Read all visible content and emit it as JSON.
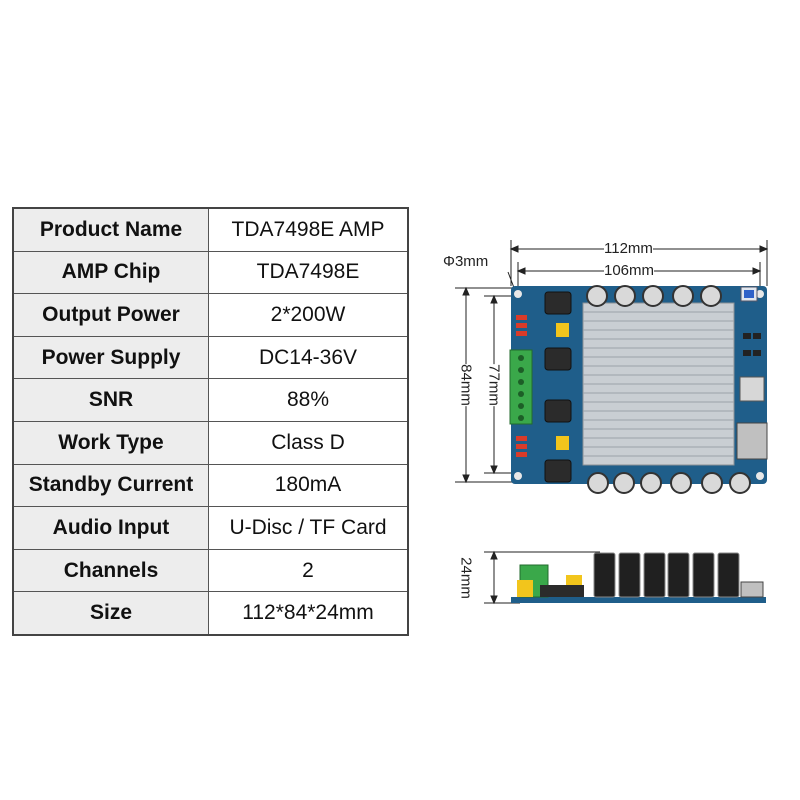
{
  "specs": [
    {
      "label": "Product Name",
      "value": "TDA7498E AMP"
    },
    {
      "label": "AMP Chip",
      "value": "TDA7498E"
    },
    {
      "label": "Output Power",
      "value": "2*200W"
    },
    {
      "label": "Power Supply",
      "value": "DC14-36V"
    },
    {
      "label": "SNR",
      "value": "88%"
    },
    {
      "label": "Work Type",
      "value": "Class D"
    },
    {
      "label": "Standby Current",
      "value": "180mA"
    },
    {
      "label": "Audio Input",
      "value": "U-Disc / TF Card"
    },
    {
      "label": "Channels",
      "value": "2"
    },
    {
      "label": "Size",
      "value": "112*84*24mm"
    }
  ],
  "dimensions": {
    "width_outer": "112mm",
    "width_inner": "106mm",
    "hole": "Φ3mm",
    "height_outer": "84mm",
    "height_inner": "77mm",
    "thickness": "24mm"
  },
  "colors": {
    "pcb": "#1f5e8a",
    "heatsink": "#c9ced3",
    "terminal": "#3aa84a",
    "table_header_bg": "#ededed"
  }
}
